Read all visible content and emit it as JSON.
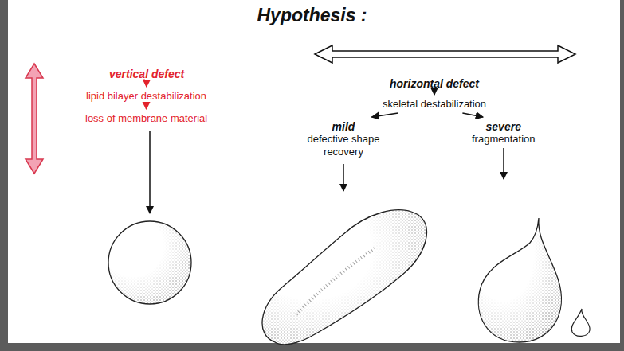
{
  "diagram": {
    "title": "Hypothesis :",
    "nodes": [
      {
        "text": [
          "vertical defect"
        ]
      },
      {
        "text": [
          "lipid bilayer destabilization"
        ]
      },
      {
        "text": [
          "loss of membrane material"
        ]
      },
      {
        "text": [
          "horizontal defect"
        ]
      },
      {
        "text": [
          "skeletal destabilization"
        ]
      },
      {
        "text": [
          "mild",
          "defective shape recovery"
        ]
      },
      {
        "text": [
          "severe",
          "fragmentation"
        ]
      }
    ],
    "edges": [
      {
        "from": 0,
        "to": 1,
        "arrow": "to"
      },
      {
        "from": 1,
        "to": 2,
        "arrow": "to"
      },
      {
        "from": 3,
        "to": 4,
        "arrow": "to"
      },
      {
        "from": 4,
        "to": 5,
        "arrow": "to"
      },
      {
        "from": 4,
        "to": 6,
        "arrow": "to"
      }
    ]
  }
}
